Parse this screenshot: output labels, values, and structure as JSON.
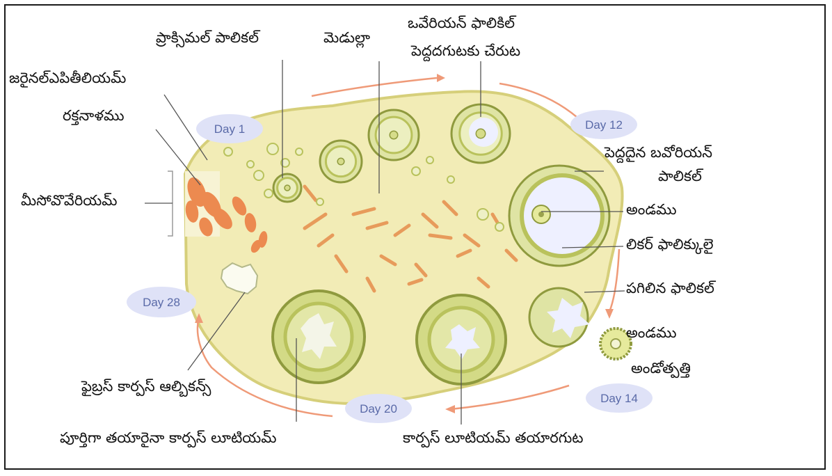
{
  "diagram": {
    "day_badges": [
      "Day 1",
      "Day 12",
      "Day 14",
      "Day 20",
      "Day 28"
    ],
    "labels": {
      "proximal_follicle": "ప్రాక్సిమల్ పాలికల్",
      "medulla": "మెడుల్లా",
      "ovarian_follicle_line1": "ఒవేరియన్ ఫాలికిల్",
      "ovarian_follicle_line2": "పెద్దదగుటకు చేరుట",
      "germinal_epithelium": "జరైనల్ఎపితీలియమ్",
      "blood_vessels": "రక్తనాళము",
      "mesovarium": "మీసోవొవేరియమ్",
      "large_follicle_line1": "పెద్దదైన బవోరియన్",
      "large_follicle_line2": "పాలికల్",
      "ovum_upper": "అండము",
      "liquor_folliculi": "లికర్ ఫాలిక్కులై",
      "ruptured_follicle": "పగిలిన ఫాలికల్",
      "ovum_lower": "అండము",
      "ovulation": "అండోత్పత్తి",
      "corpus_albicans": "ఫైబ్రస్ కార్పస్ ఆల్బికన్స్",
      "mature_corpus_luteum": "పూర్తిగా తయారైనా కార్పస్ లూటియమ్",
      "corpus_luteum_forming": "కార్పస్ లూటియమ్ తయారగుట"
    },
    "colors": {
      "ovary_fill": "#f2ecb6",
      "ovary_edge": "#d6cf7a",
      "follicle_ring": "#b9c25c",
      "follicle_ring_dark": "#8f9a3e",
      "antrum": "#eef0ff",
      "blood_vessel": "#ec8a50",
      "stroma_mark": "#e79b5b",
      "arrow": "#ef9a78",
      "day_badge": "#dfe2f7",
      "day_text": "#5a6aa8",
      "pointer_line": "#555555"
    }
  }
}
